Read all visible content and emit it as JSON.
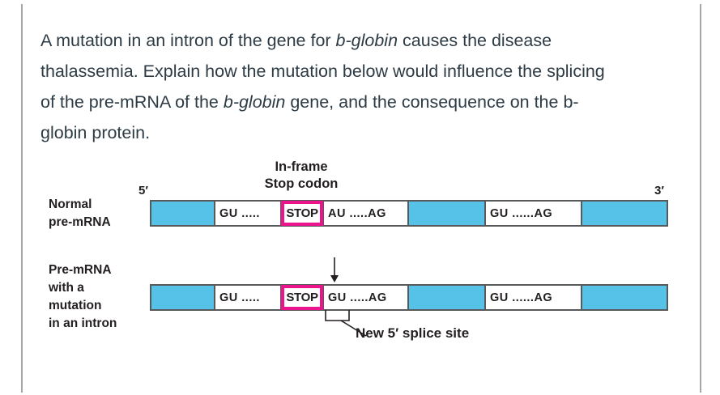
{
  "colors": {
    "question_text": "#2d3b45",
    "figure_text": "#231f20",
    "exon_blue": "#56c2e8",
    "stop_pink": "#ec148d",
    "bar_border": "#58595b",
    "card_border": "#a6a6a6"
  },
  "question": {
    "lines": [
      {
        "segments": [
          {
            "text": "A mutation in an intron of the gene for "
          },
          {
            "text": "b-globin",
            "italic": true
          },
          {
            "text": " causes the disease"
          }
        ]
      },
      {
        "segments": [
          {
            "text": "thalassemia. Explain how the mutation below would influence the splicing"
          }
        ]
      },
      {
        "segments": [
          {
            "text": "of the pre-mRNA of the "
          },
          {
            "text": "b-globin",
            "italic": true
          },
          {
            "text": " gene, and the consequence on the b-"
          }
        ]
      },
      {
        "segments": [
          {
            "text": "globin protein."
          }
        ]
      }
    ]
  },
  "diagram": {
    "stop_codon_label_line1": "In-frame",
    "stop_codon_label_line2": "Stop codon",
    "five_prime_label": "5′",
    "three_prime_label": "3′",
    "new_splice_site_label": "New 5′ splice site",
    "rows": [
      {
        "label_lines": [
          "Normal",
          "pre-mRNA"
        ],
        "segments": [
          {
            "type": "exon",
            "w": 79
          },
          {
            "type": "intron",
            "w": 82,
            "text": "GU ....."
          },
          {
            "type": "stop",
            "w": 52,
            "text": "STOP"
          },
          {
            "type": "intron",
            "w": 105,
            "text": "AU .....AG"
          },
          {
            "type": "exon",
            "w": 95
          },
          {
            "type": "intron",
            "w": 119,
            "text": "GU ......AG"
          },
          {
            "type": "exon",
            "w": 106
          }
        ]
      },
      {
        "label_lines": [
          "Pre-mRNA",
          "with a",
          "mutation",
          "in an intron"
        ],
        "segments": [
          {
            "type": "exon",
            "w": 79
          },
          {
            "type": "intron",
            "w": 82,
            "text": "GU ....."
          },
          {
            "type": "stop",
            "w": 52,
            "text": "STOP"
          },
          {
            "type": "intron",
            "w": 105,
            "text": "GU .....AG"
          },
          {
            "type": "exon",
            "w": 95
          },
          {
            "type": "intron",
            "w": 119,
            "text": "GU ......AG"
          },
          {
            "type": "exon",
            "w": 106
          }
        ]
      }
    ]
  }
}
